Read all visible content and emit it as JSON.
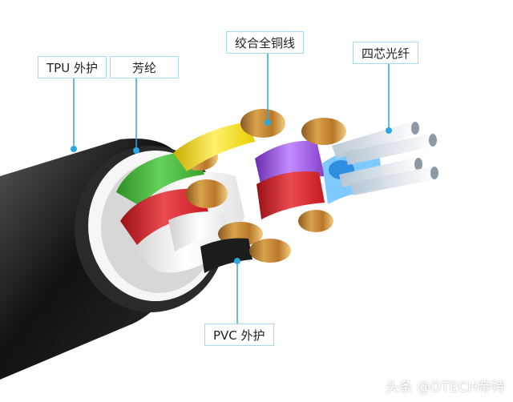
{
  "labels": {
    "tpu_jacket": "TPU 外护",
    "aramid": "芳纶",
    "copper_wire": "绞合全铜线",
    "optical_core": "四芯光纤",
    "pvc_jacket": "PVC 外护"
  },
  "watermark": "头条 @DTECH帝特",
  "colors": {
    "callout_line": "#2aa7e0",
    "label_border": "#a9d7ee",
    "cable_outer": "#1f1f1f",
    "green_core": "#42b336",
    "yellow_core": "#f1d700",
    "red_core": "#d81f26",
    "purple_core": "#8f4ad4",
    "white_core": "#ececec",
    "copper": "#c58a36",
    "fiber_blue": "#2e8fe0"
  },
  "icons": {
    "callout_marker": "dot"
  }
}
